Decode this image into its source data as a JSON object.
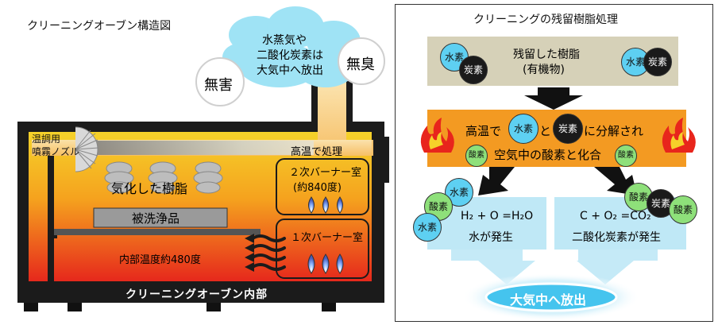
{
  "left_panel": {
    "title": "クリーニングオーブン構造図",
    "cloud_text": [
      "水蒸気や",
      "二酸化炭素は",
      "大気中へ放出"
    ],
    "harmless": "無害",
    "odorless": "無臭",
    "nozzle_label": [
      "温調用",
      "噴霧ノズル"
    ],
    "high_temp_treatment": "高温で処理",
    "secondary_burner": "２次バーナー室",
    "secondary_temp": "(約840度)",
    "vaporized_resin": "気化した樹脂",
    "workpiece": "被洗浄品",
    "primary_burner": "１次バーナー室",
    "internal_temp": "内部温度約480度",
    "oven_label": "クリーニングオーブン内部"
  },
  "right_panel": {
    "title": "クリーニングの残留樹脂処理",
    "residual_resin": "残留した樹脂",
    "organic": "(有機物)",
    "h_label": "水素",
    "c_label": "炭素",
    "o_label": "酸素",
    "decompose_prefix": "高温で",
    "decompose_and": "と",
    "decompose_suffix": "に分解され",
    "combine_text": "空気中の酸素と化合",
    "water_eq": "H₂ + O =H₂O",
    "water_result": "水が発生",
    "co2_eq": "C + O₂ =CO₂",
    "co2_result": "二酸化炭素が発生",
    "release": "大気中へ放出"
  },
  "colors": {
    "oven_gradient_top": "#f5d020",
    "oven_gradient_bottom": "#e8251c",
    "chimney": "#f8c878",
    "cloud": "#9fe3f5",
    "tan_box": "#d6d1b8",
    "orange_box": "#f39a22",
    "light_blue_box": "#bfe8f6",
    "hydrogen": "#5ed0f2",
    "carbon": "#1a1a1a",
    "oxygen": "#8ee07a"
  }
}
